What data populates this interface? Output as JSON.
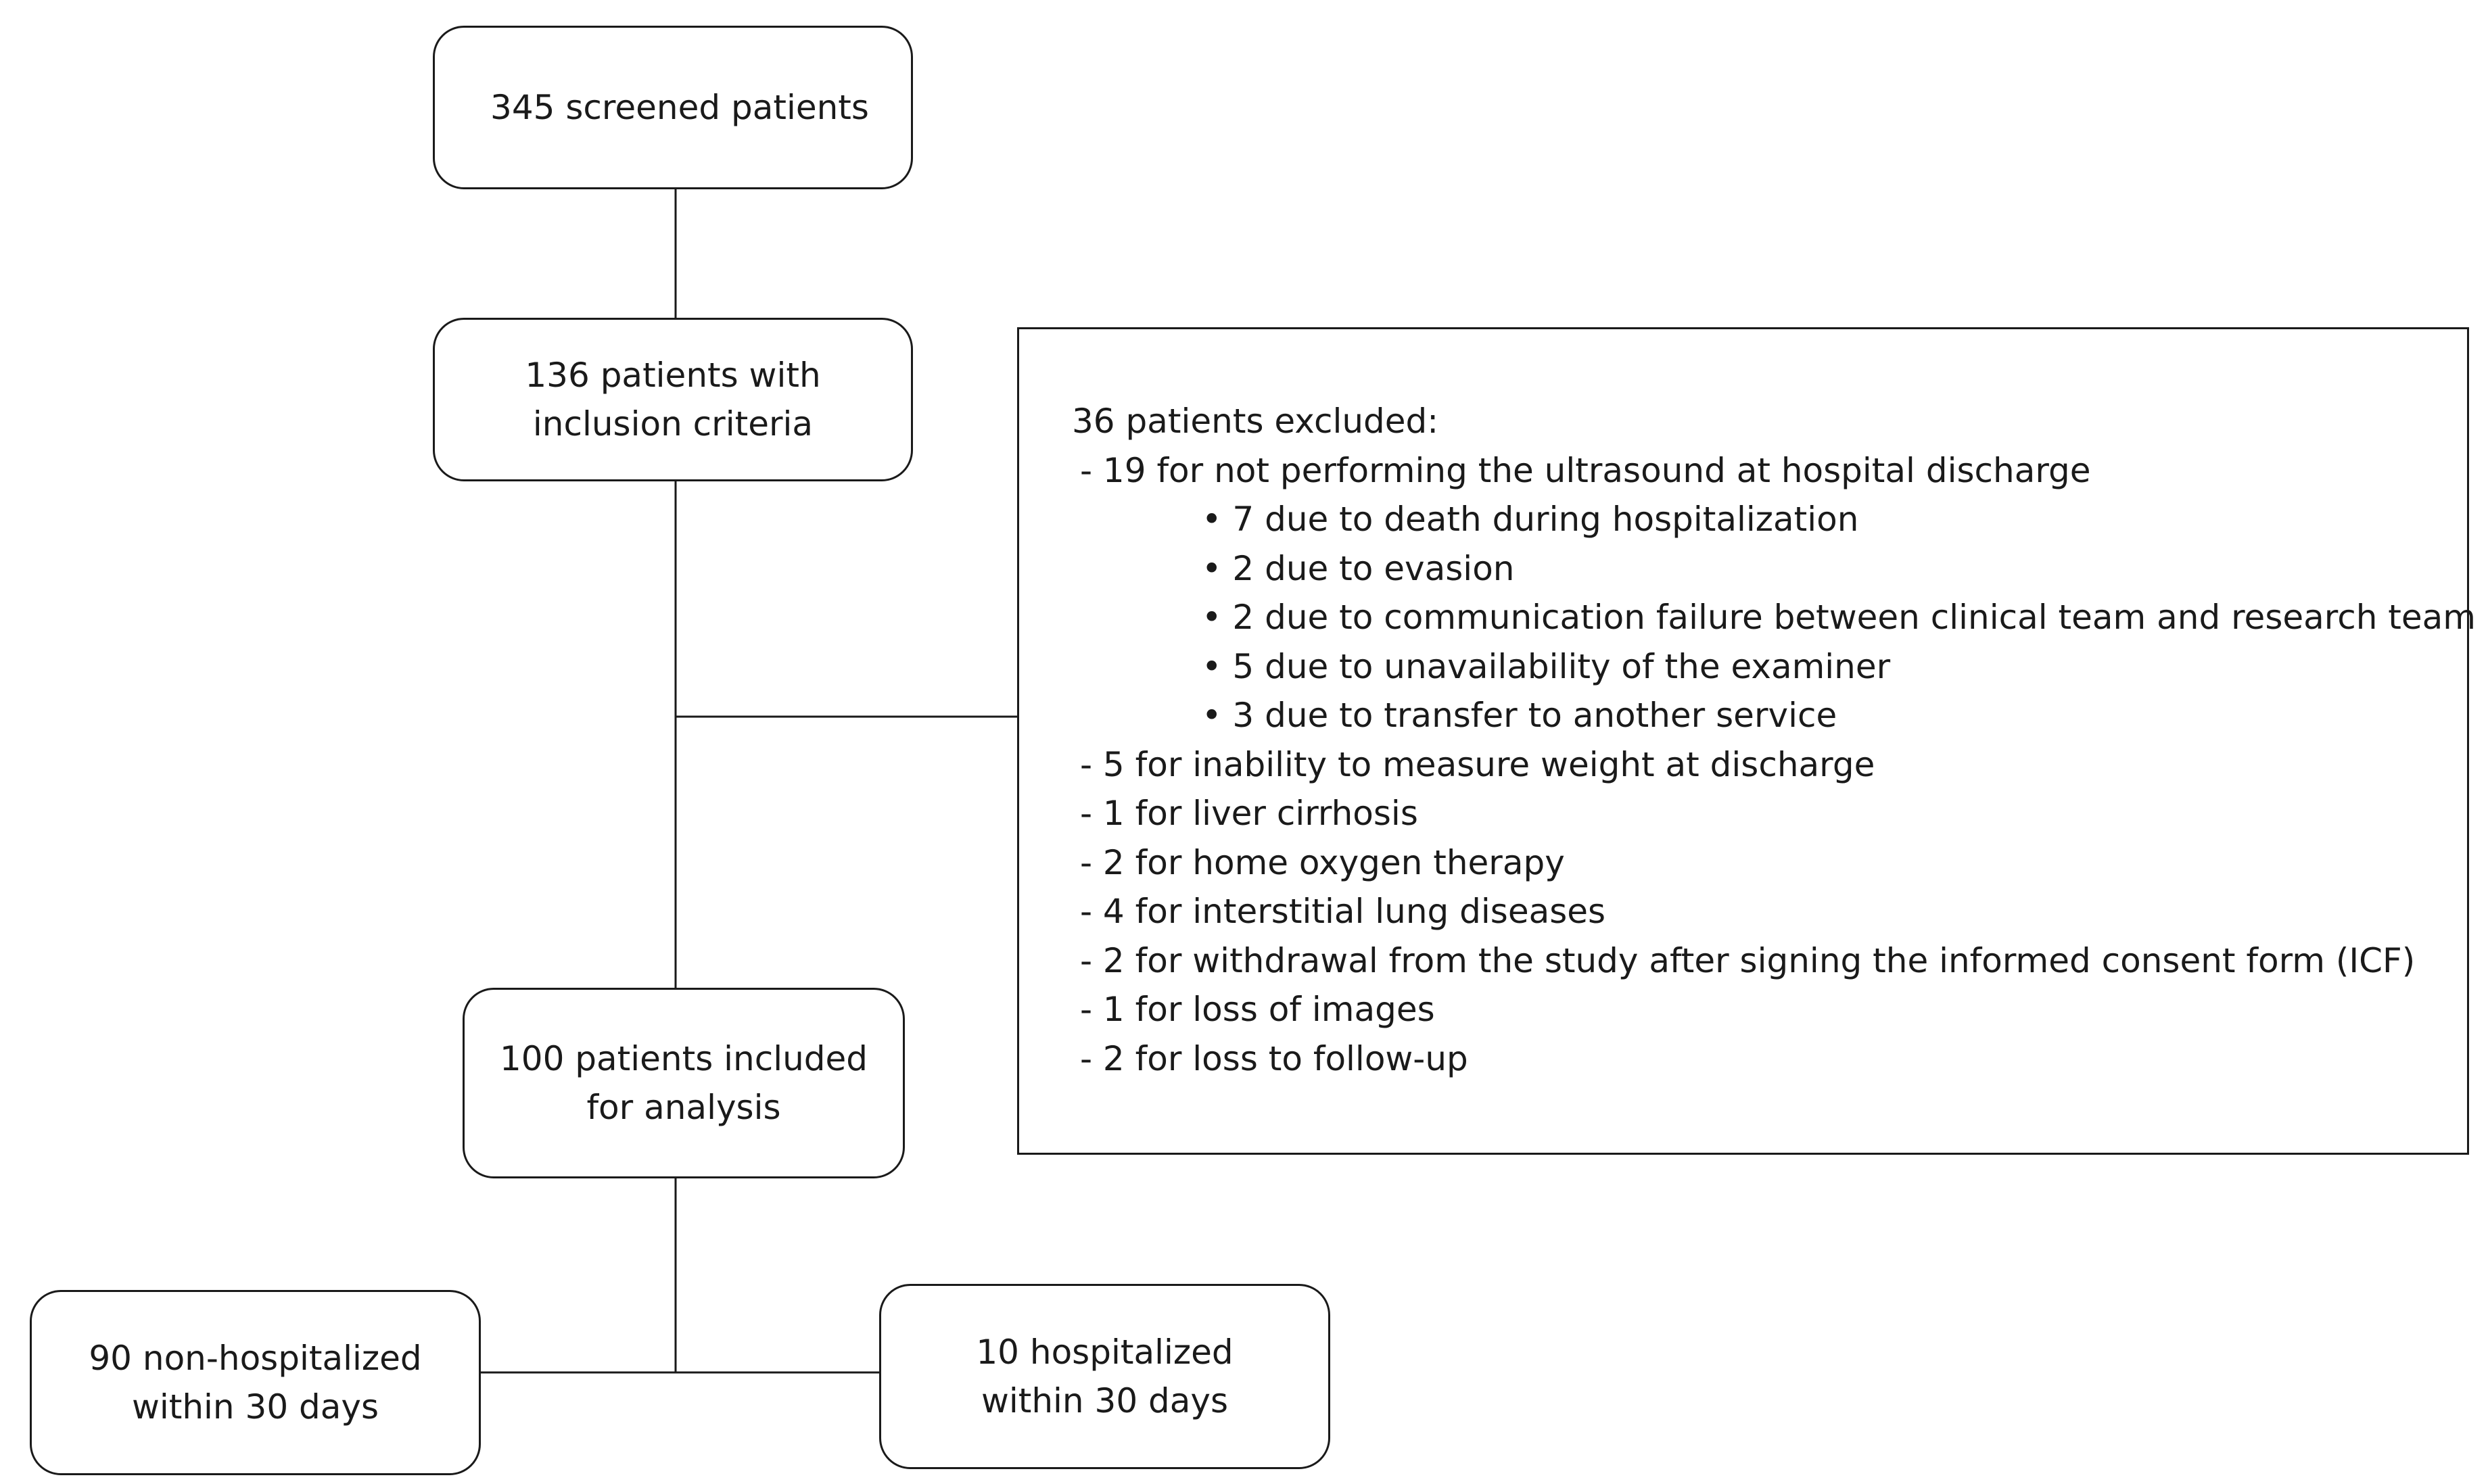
{
  "nodes": {
    "screened": {
      "lines": [
        "345 screened patients"
      ]
    },
    "inclusion": {
      "lines": [
        "136 patients with",
        "inclusion criteria"
      ]
    },
    "included": {
      "lines": [
        "100 patients included",
        "for analysis"
      ]
    },
    "non_hospitalized": {
      "lines": [
        "90 non-hospitalized",
        "within 30 days"
      ]
    },
    "hospitalized": {
      "lines": [
        "10 hospitalized",
        "within 30 days"
      ]
    }
  },
  "exclusion": {
    "heading": "36 patients excluded:",
    "items": [
      "- 19 for not performing the ultrasound at hospital discharge",
      "• 7 due to death during hospitalization",
      "• 2 due to evasion",
      "• 2 due to communication failure between clinical team and research team",
      "• 5 due to unavailability of the examiner",
      "• 3 due to transfer to another service",
      "- 5 for inability to measure weight at discharge",
      "- 1 for liver cirrhosis",
      "- 2 for home oxygen therapy",
      "- 4 for interstitial lung diseases",
      "- 2 for withdrawal from the study after signing the informed consent form (ICF)",
      "- 1 for loss of images",
      "- 2 for loss to follow-up"
    ]
  },
  "colors": {
    "line": "#1a1a1a",
    "background": "#ffffff"
  }
}
